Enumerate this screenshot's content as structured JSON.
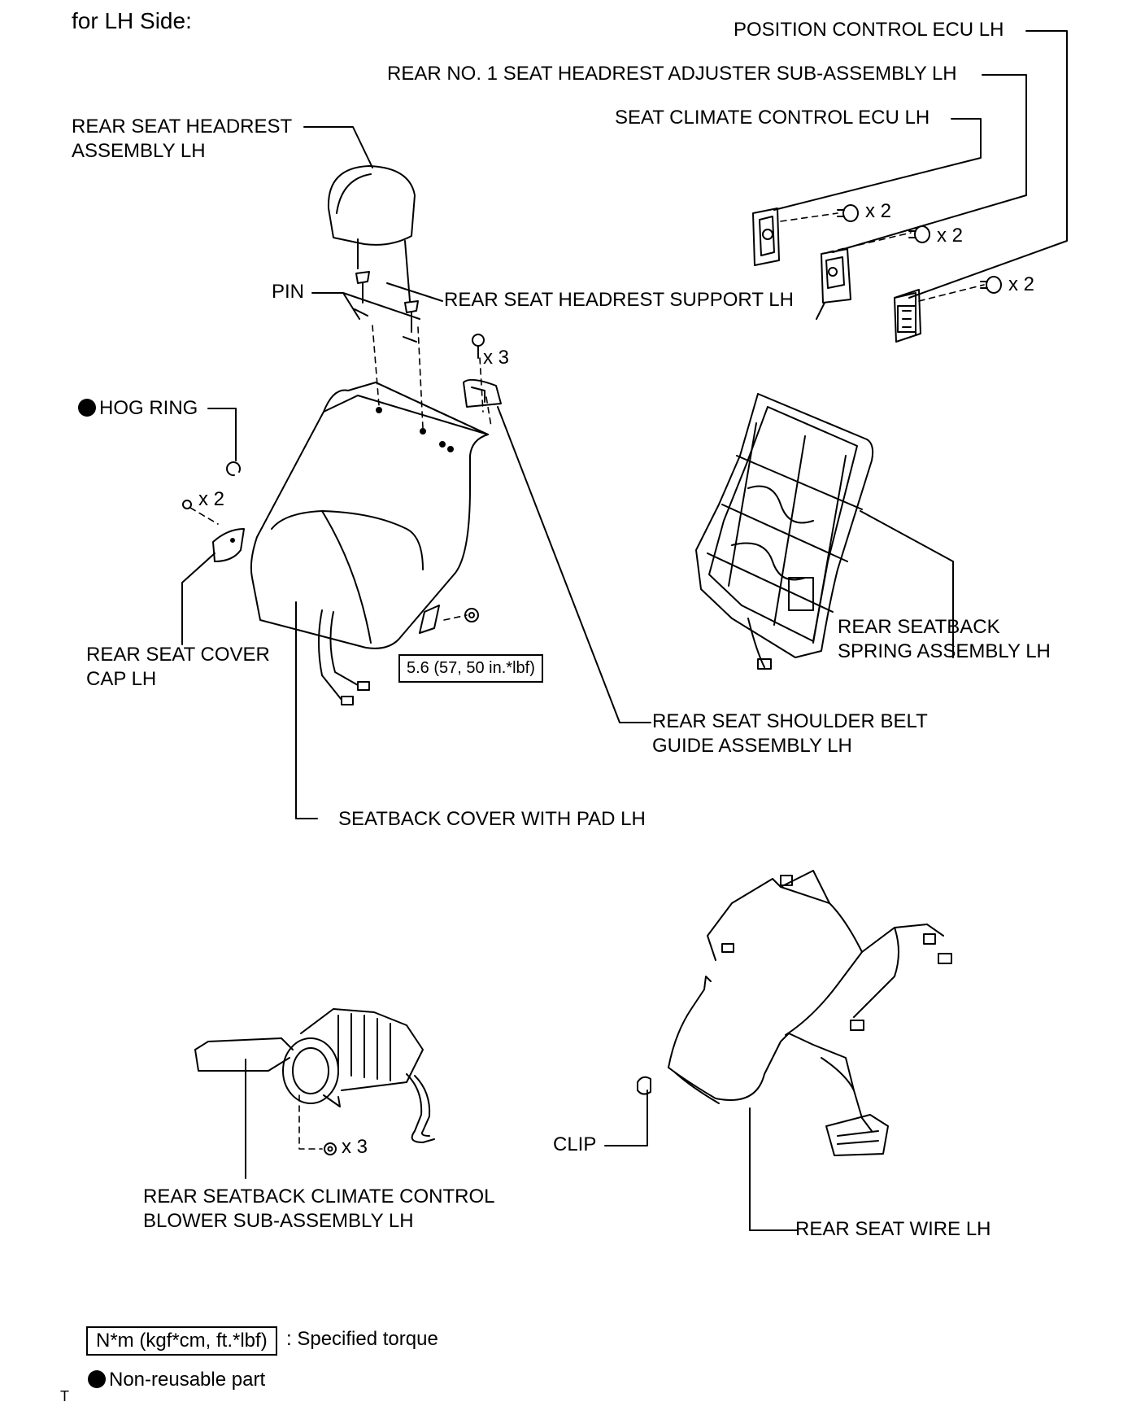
{
  "title": "for LH Side:",
  "labels": {
    "position_control_ecu": "POSITION CONTROL ECU LH",
    "headrest_adjuster": "REAR NO. 1 SEAT HEADREST ADJUSTER SUB-ASSEMBLY LH",
    "climate_ecu": "SEAT CLIMATE CONTROL ECU LH",
    "headrest_line1": "REAR SEAT HEADREST",
    "headrest_line2": "ASSEMBLY LH",
    "pin": "PIN",
    "headrest_support": "REAR SEAT HEADREST SUPPORT LH",
    "hog_ring": "HOG RING",
    "cover_cap_line1": "REAR SEAT COVER",
    "cover_cap_line2": "CAP LH",
    "spring_line1": "REAR SEATBACK",
    "spring_line2": "SPRING ASSEMBLY LH",
    "shoulder_belt_line1": "REAR SEAT SHOULDER BELT",
    "shoulder_belt_line2": "GUIDE ASSEMBLY LH",
    "seatback_cover": "SEATBACK COVER WITH PAD LH",
    "blower_line1": "REAR SEATBACK CLIMATE CONTROL",
    "blower_line2": "BLOWER SUB-ASSEMBLY LH",
    "clip": "CLIP",
    "seat_wire": "REAR SEAT WIRE LH"
  },
  "quantities": {
    "climate_ecu_screws": "x 2",
    "adjuster_screws": "x 2",
    "position_ecu_screws": "x 2",
    "belt_guide_screws": "x 3",
    "cover_cap_screws": "x 2",
    "blower_nuts": "x 3"
  },
  "torque_spec": "5.6 (57, 50 in.*lbf)",
  "legend": {
    "torque_box": "N*m (kgf*cm, ft.*lbf)",
    "torque_desc": ": Specified torque",
    "nonreusable": "Non-reusable part"
  },
  "corner_mark": "T"
}
